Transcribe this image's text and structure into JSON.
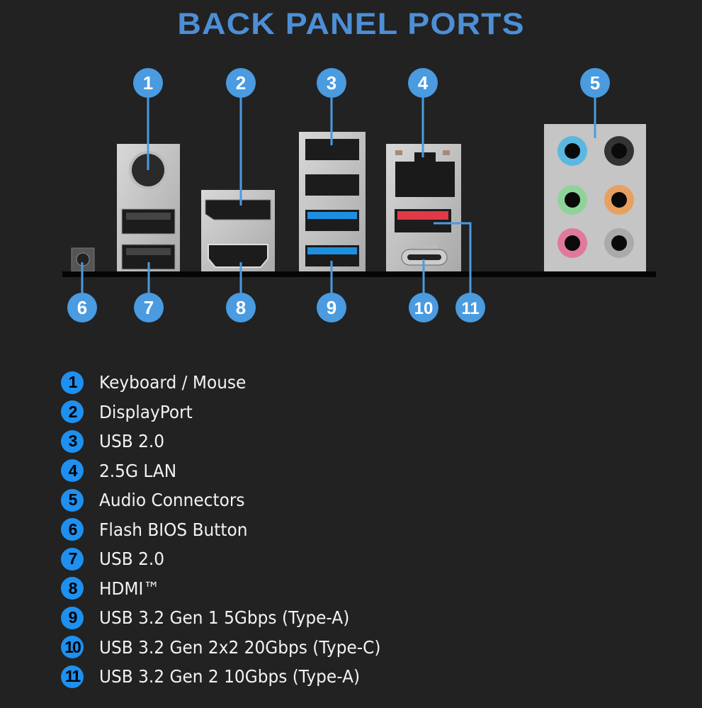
{
  "title": "BACK PANEL PORTS",
  "callouts_top": [
    "1",
    "2",
    "3",
    "4",
    "5"
  ],
  "callouts_bottom": [
    "6",
    "7",
    "8",
    "9",
    "10",
    "11"
  ],
  "legend": [
    {
      "num": "1",
      "label": "Keyboard / Mouse"
    },
    {
      "num": "2",
      "label": "DisplayPort"
    },
    {
      "num": "3",
      "label": "USB 2.0"
    },
    {
      "num": "4",
      "label": "2.5G LAN"
    },
    {
      "num": "5",
      "label": "Audio Connectors"
    },
    {
      "num": "6",
      "label": "Flash BIOS Button"
    },
    {
      "num": "7",
      "label": "USB 2.0"
    },
    {
      "num": "8",
      "label": "HDMI™"
    },
    {
      "num": "9",
      "label": "USB 3.2 Gen 1 5Gbps (Type-A)"
    },
    {
      "num": "10",
      "label": "USB 3.2 Gen 2x2 20Gbps (Type-C)"
    },
    {
      "num": "11",
      "label": "USB 3.2 Gen 2 10Gbps (Type-A)"
    }
  ],
  "colors": {
    "callout": "#4a9be0",
    "legend_badge": "#1e90f0",
    "title": "#4d8fd6"
  }
}
